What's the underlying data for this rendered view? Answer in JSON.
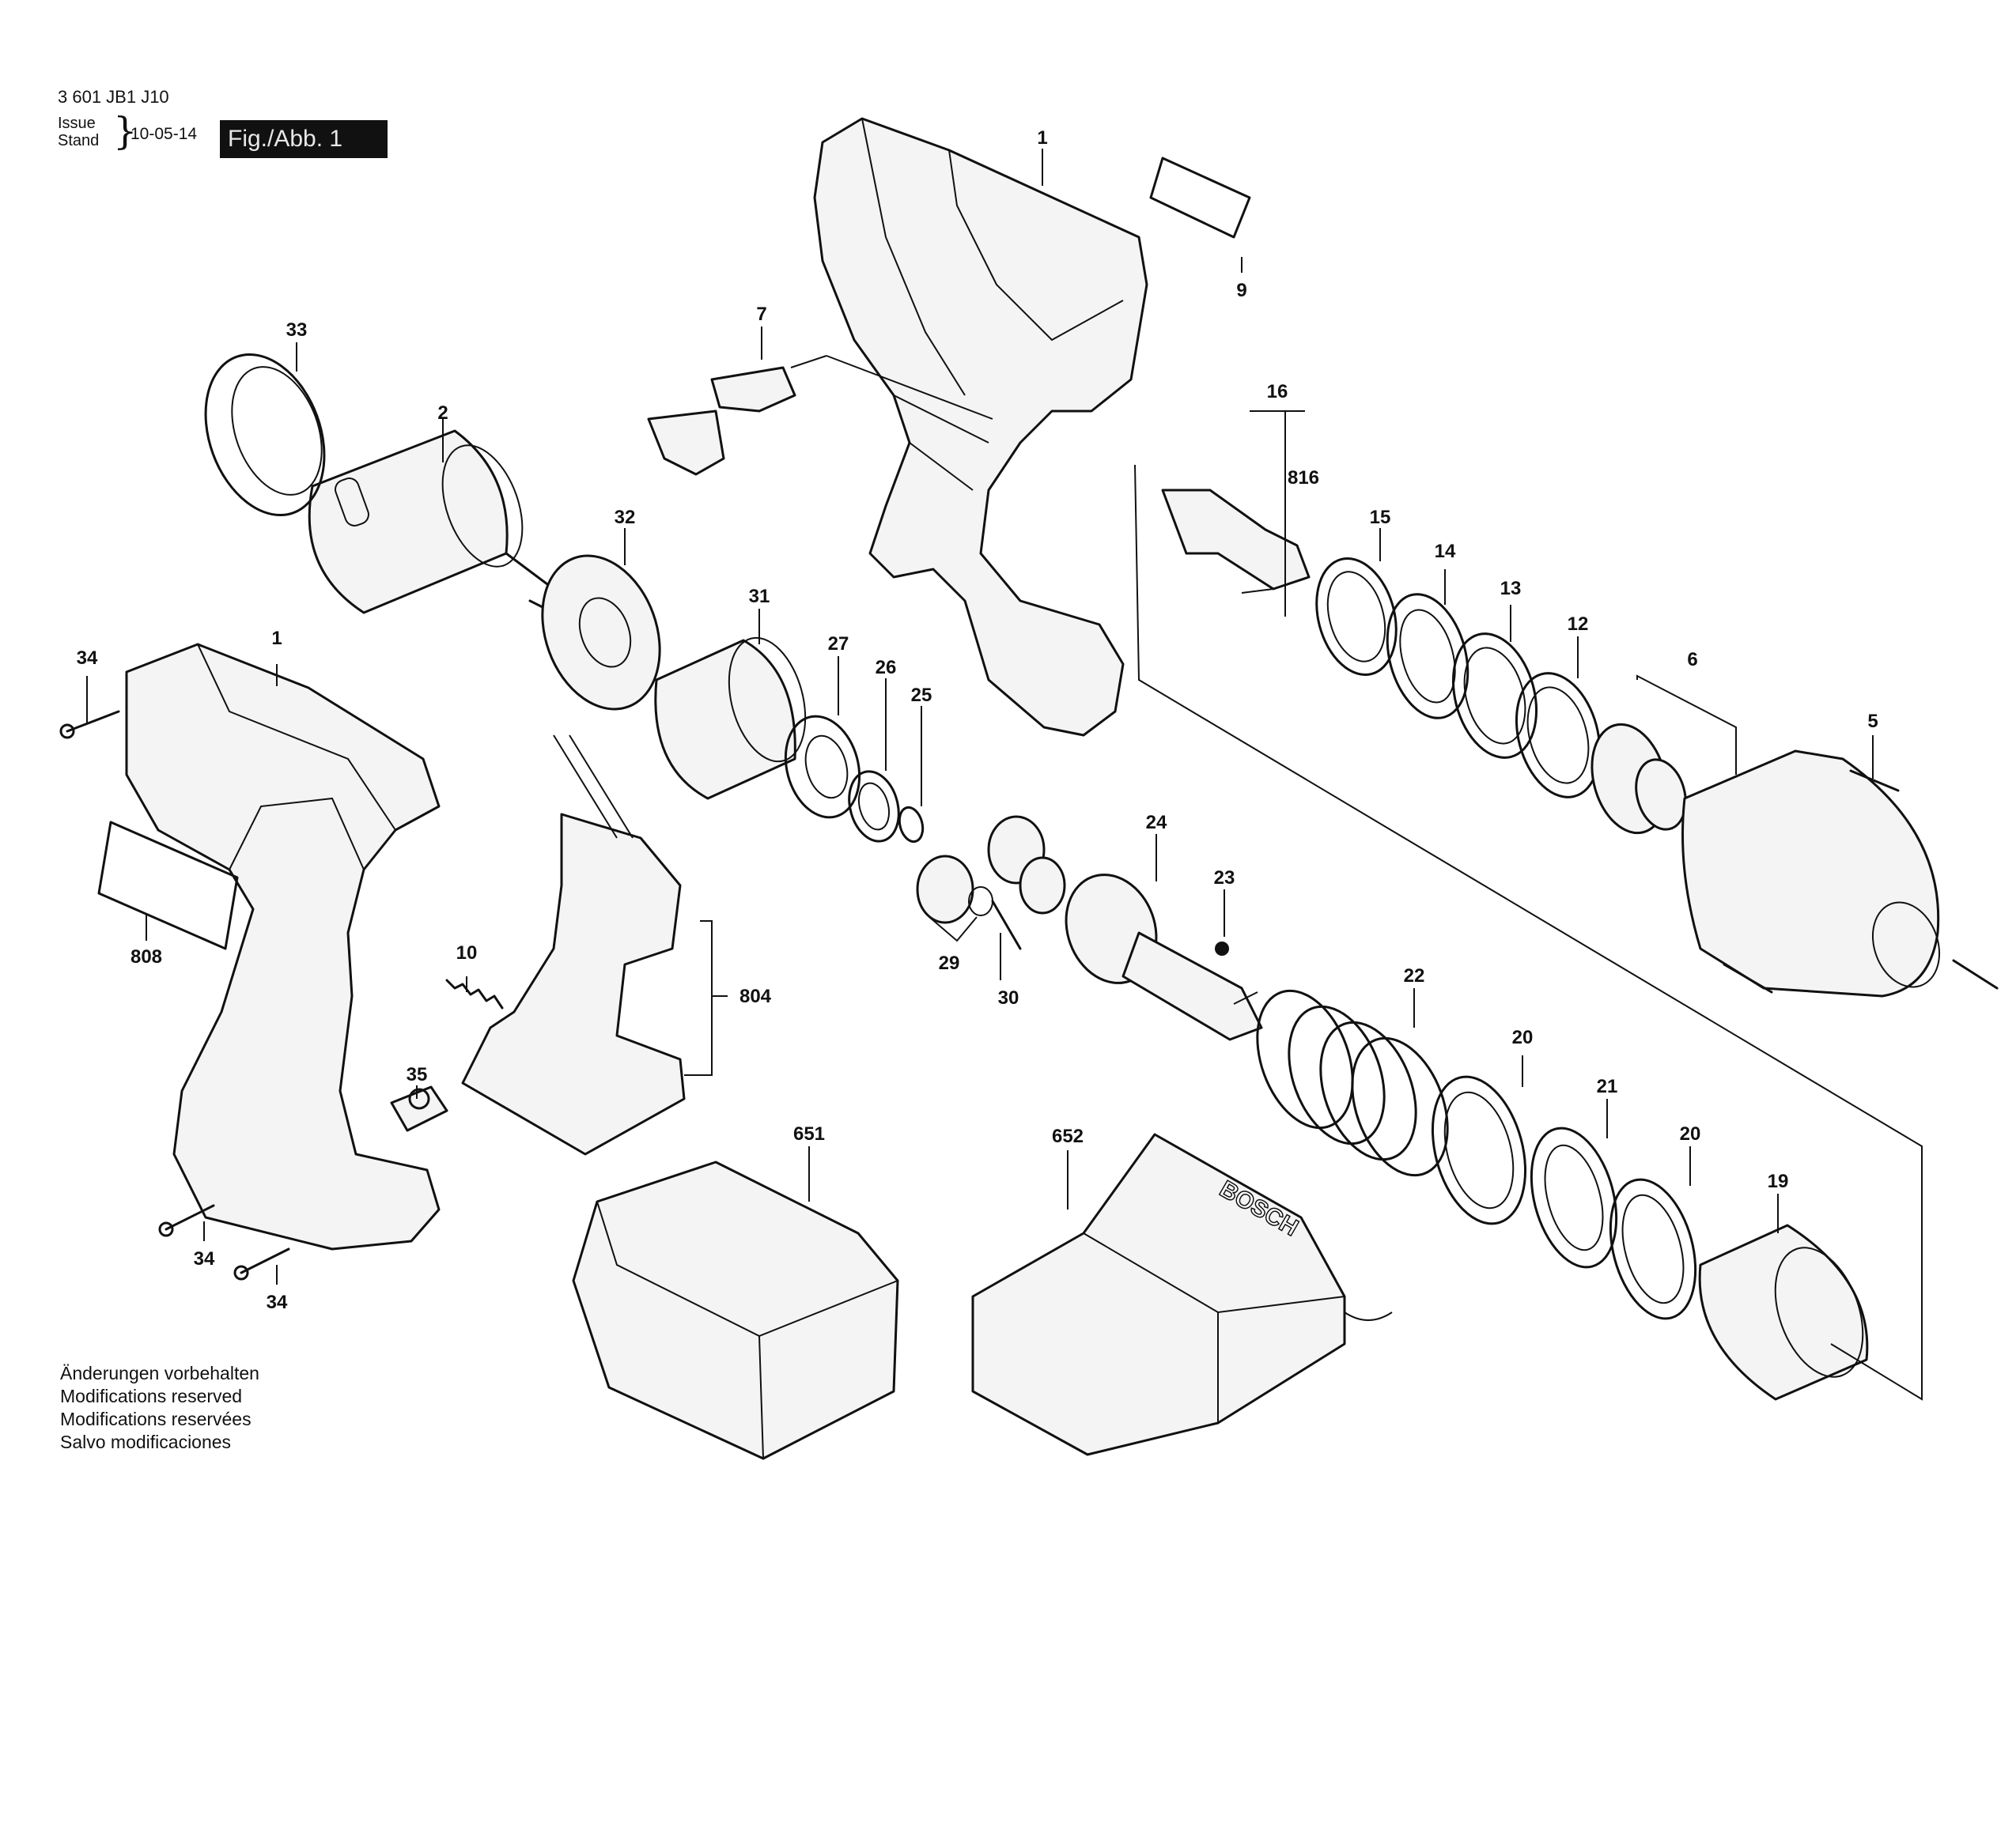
{
  "header": {
    "model_number": "3 601 JB1 J10",
    "issue_label_1": "Issue",
    "issue_label_2": "Stand",
    "issue_date": "10-05-14",
    "figure_label": "Fig./Abb. 1"
  },
  "notes": [
    "Änderungen vorbehalten",
    "Modifications reserved",
    "Modifications reservées",
    "Salvo modificaciones"
  ],
  "brand_marking": "BOSCH",
  "part_labels": {
    "p1_top": "1",
    "p1_left": "1",
    "p2": "2",
    "p5": "5",
    "p6": "6",
    "p7": "7",
    "p9": "9",
    "p10": "10",
    "p12": "12",
    "p13": "13",
    "p14": "14",
    "p15": "15",
    "p16": "16",
    "p19": "19",
    "p20a": "20",
    "p20b": "20",
    "p21": "21",
    "p22": "22",
    "p23": "23",
    "p24": "24",
    "p25": "25",
    "p26": "26",
    "p27": "27",
    "p29": "29",
    "p30": "30",
    "p31": "31",
    "p32": "32",
    "p33": "33",
    "p34a": "34",
    "p34b": "34",
    "p34c": "34",
    "p35": "35",
    "p651": "651",
    "p652": "652",
    "p804": "804",
    "p808": "808",
    "p816": "816"
  }
}
